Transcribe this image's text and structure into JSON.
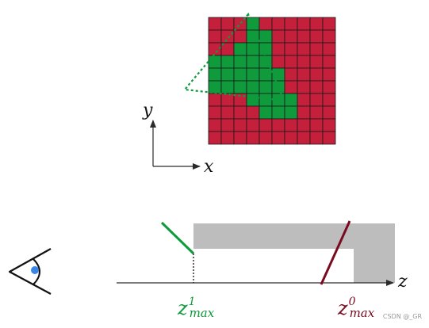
{
  "grid": {
    "cols": 10,
    "rows": 10,
    "colors": {
      "red": "#c41f3b",
      "green": "#0f9a3c",
      "line": "#1a1a1a"
    },
    "green_cells": [
      [
        0,
        3
      ],
      [
        1,
        3
      ],
      [
        1,
        4
      ],
      [
        2,
        2
      ],
      [
        2,
        3
      ],
      [
        2,
        4
      ],
      [
        3,
        0
      ],
      [
        3,
        1
      ],
      [
        3,
        2
      ],
      [
        3,
        3
      ],
      [
        3,
        4
      ],
      [
        4,
        0
      ],
      [
        4,
        1
      ],
      [
        4,
        2
      ],
      [
        4,
        3
      ],
      [
        4,
        4
      ],
      [
        4,
        5
      ],
      [
        5,
        0
      ],
      [
        5,
        1
      ],
      [
        5,
        2
      ],
      [
        5,
        3
      ],
      [
        5,
        4
      ],
      [
        5,
        5
      ],
      [
        6,
        3
      ],
      [
        6,
        4
      ],
      [
        6,
        5
      ],
      [
        6,
        6
      ],
      [
        7,
        4
      ],
      [
        7,
        5
      ],
      [
        7,
        6
      ]
    ]
  },
  "axes2d": {
    "x_label": "x",
    "y_label": "y"
  },
  "depth": {
    "z_label": "z",
    "z1": {
      "base": "z",
      "sup": "1",
      "sub": "max"
    },
    "z0": {
      "base": "z",
      "sup": "0",
      "sub": "max"
    },
    "colors": {
      "green": "#0f9a3c",
      "darkred": "#7a0a1e",
      "gray": "#bdbdbd",
      "axis": "#2a2a2a"
    }
  },
  "eye": {
    "iris_color": "#3a86e8"
  },
  "watermark": "CSDN @_GR"
}
